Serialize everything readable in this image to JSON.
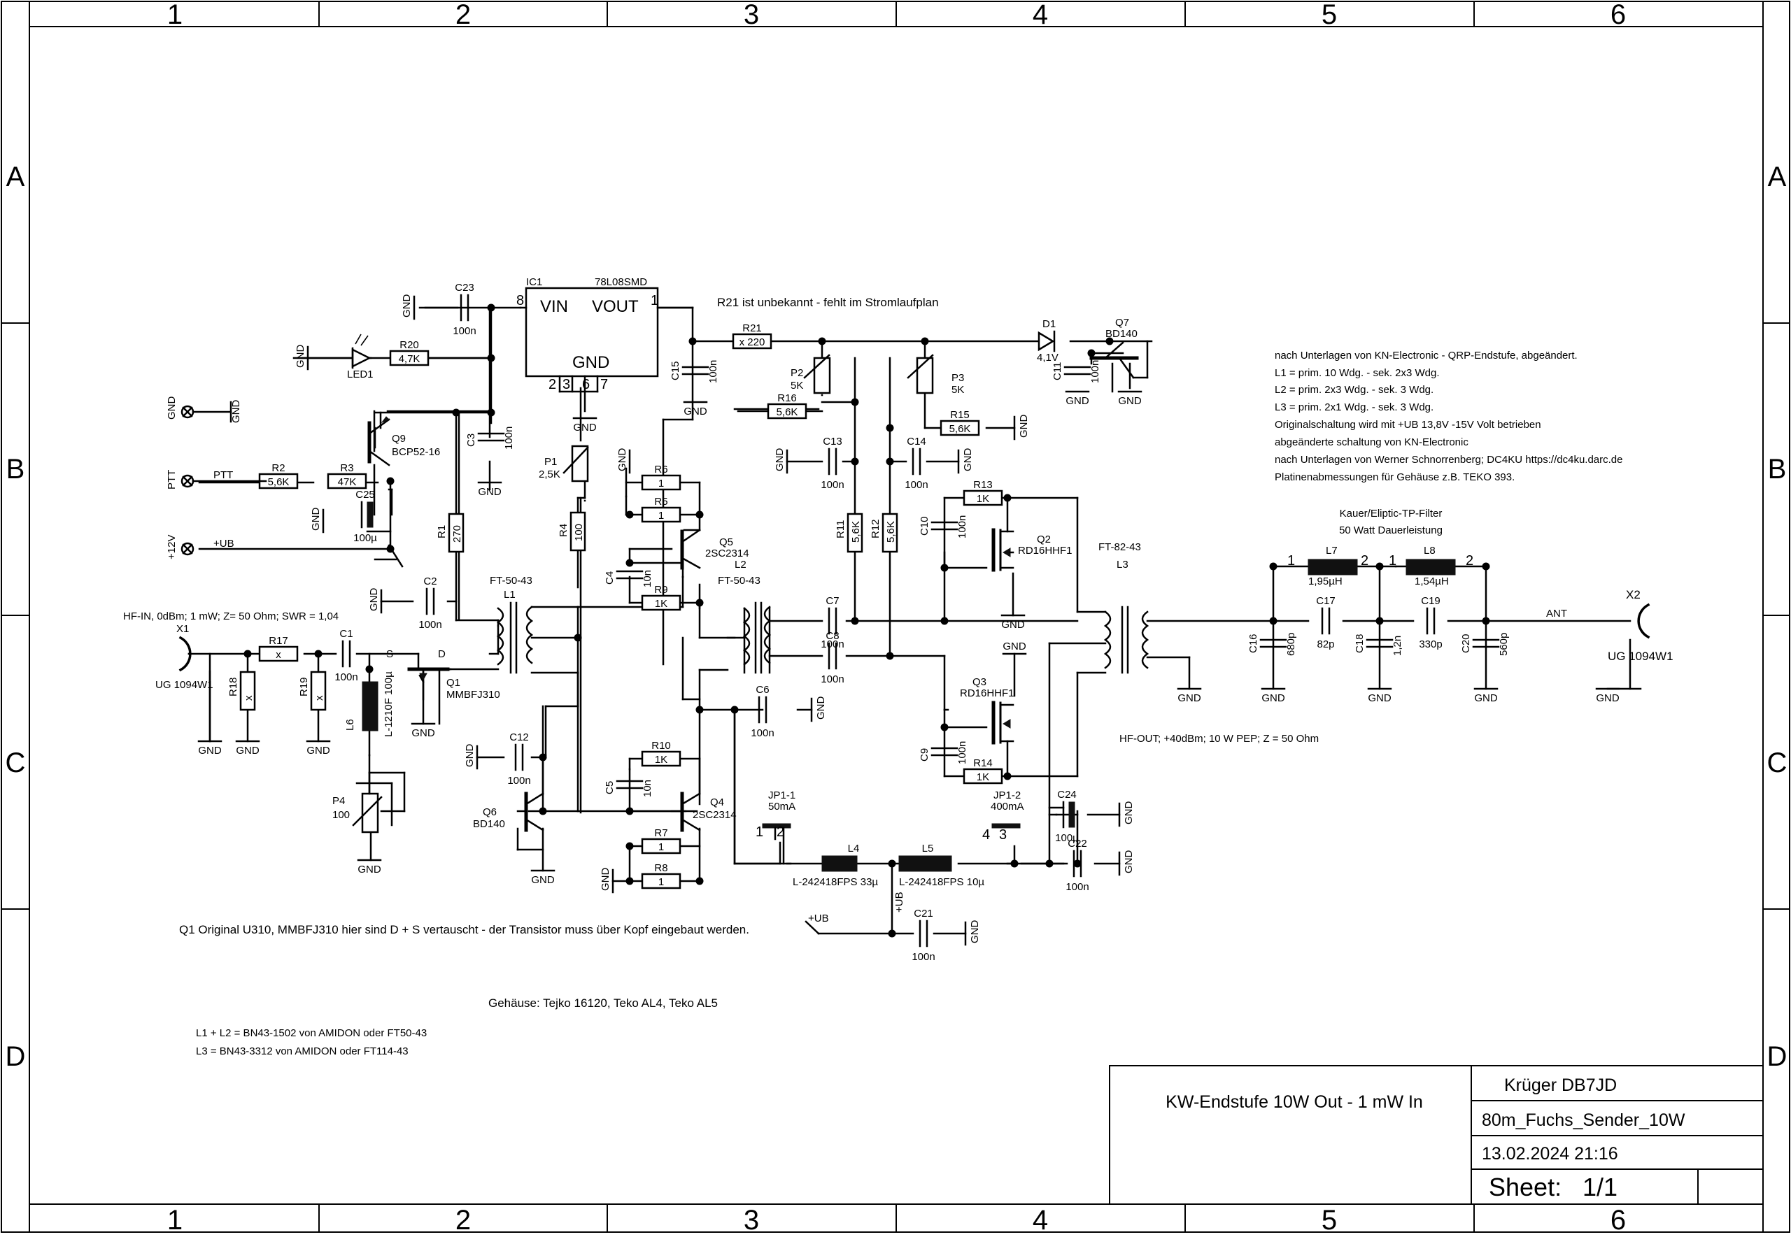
{
  "frame": {
    "columns": [
      "1",
      "2",
      "3",
      "4",
      "5",
      "6"
    ],
    "rows": [
      "A",
      "B",
      "C",
      "D"
    ]
  },
  "title_block": {
    "title": "KW-Endstufe 10W Out - 1 mW In",
    "author": "Krüger DB7JD",
    "name": "80m_Fuchs_Sender_10W",
    "date": "13.02.2024 21:16",
    "sheet_label": "Sheet:",
    "sheet_value": "1/1"
  },
  "notes": {
    "r21": "R21 ist unbekannt - fehlt im Stromlaufplan",
    "info": [
      "nach Unterlagen von KN-Electronic - QRP-Endstufe, abgeändert.",
      "L1 = prim. 10 Wdg. - sek. 2x3 Wdg.",
      "L2 = prim. 2x3 Wdg. - sek. 3 Wdg.",
      "L3 = prim. 2x1 Wdg. - sek. 3 Wdg.",
      "Originalschaltung wird mit +UB 13,8V -15V Volt betrieben",
      "abgeänderte schaltung von KN-Electronic",
      "nach Unterlagen von Werner Schnorrenberg; DC4KU https://dc4ku.darc.de",
      "Platinenabmessungen für Gehäuse z.B. TEKO 393."
    ],
    "filter_title": "Kauer/Eliptic-TP-Filter",
    "filter_power": "50 Watt Dauerleistung",
    "hf_in": "HF-IN, 0dBm; 1 mW; Z= 50 Ohm; SWR = 1,04",
    "hf_out": "HF-OUT; +40dBm; 10 W PEP; Z = 50 Ohm",
    "q1_note": "Q1 Original U310, MMBFJ310 hier sind D + S vertauscht - der Transistor muss über Kopf eingebaut werden.",
    "housing": "Gehäuse: Tejko 16120, Teko AL4, Teko AL5",
    "cores1": "L1 + L2 = BN43-1502 von AMIDON oder FT50-43",
    "cores2": "L3 = BN43-3312 von AMIDON oder FT114-43"
  },
  "ic1": {
    "ref": "IC1",
    "part": "78L08SMD",
    "vin": "VIN",
    "vout": "VOUT",
    "gnd": "GND",
    "pin_in": "8",
    "pin_out": "1",
    "pins_gnd": [
      "2",
      "3",
      "6",
      "7"
    ]
  },
  "nets": {
    "gnd": "GND",
    "ant": "ANT",
    "ub": "+UB",
    "ptt": "PTT",
    "v12": "+12V",
    "s": "S",
    "d": "D"
  },
  "connectors": {
    "x1": {
      "ref": "X1",
      "part": "UG 1094W1"
    },
    "x2": {
      "ref": "X2",
      "part": "UG 1094W1"
    },
    "ptt": "PTT",
    "v12": "+12V",
    "gnd1": "GND",
    "gnd2": "GND"
  },
  "transistors": {
    "q1": {
      "ref": "Q1",
      "part": "MMBFJ310"
    },
    "q2": {
      "ref": "Q2",
      "part": "RD16HHF1"
    },
    "q3": {
      "ref": "Q3",
      "part": "RD16HHF1"
    },
    "q4": {
      "ref": "Q4",
      "part": "2SC2314"
    },
    "q5": {
      "ref": "Q5",
      "part": "2SC2314"
    },
    "q6": {
      "ref": "Q6",
      "part": "BD140"
    },
    "q7": {
      "ref": "Q7",
      "part": "BD140"
    },
    "q9": {
      "ref": "Q9",
      "part": "BCP52-16"
    }
  },
  "resistors": {
    "r1": {
      "ref": "R1",
      "val": "270"
    },
    "r2": {
      "ref": "R2",
      "val": "5,6K"
    },
    "r3": {
      "ref": "R3",
      "val": "47K"
    },
    "r4": {
      "ref": "R4",
      "val": "100"
    },
    "r5": {
      "ref": "R5",
      "val": "1"
    },
    "r6": {
      "ref": "R6",
      "val": "1"
    },
    "r7": {
      "ref": "R7",
      "val": "1"
    },
    "r8": {
      "ref": "R8",
      "val": "1"
    },
    "r9": {
      "ref": "R9",
      "val": "1K"
    },
    "r10": {
      "ref": "R10",
      "val": "1K"
    },
    "r11": {
      "ref": "R11",
      "val": "5,6K"
    },
    "r12": {
      "ref": "R12",
      "val": "5,6K"
    },
    "r13": {
      "ref": "R13",
      "val": "1K"
    },
    "r14": {
      "ref": "R14",
      "val": "1K"
    },
    "r15": {
      "ref": "R15",
      "val": "5,6K"
    },
    "r16": {
      "ref": "R16",
      "val": "5,6K"
    },
    "r17": {
      "ref": "R17",
      "val": "x"
    },
    "r18": {
      "ref": "R18",
      "val": "x"
    },
    "r19": {
      "ref": "R19",
      "val": "x"
    },
    "r20": {
      "ref": "R20",
      "val": "4,7K"
    },
    "r21": {
      "ref": "R21",
      "val": "x 220"
    }
  },
  "pots": {
    "p1": {
      "ref": "P1",
      "val": "2,5K"
    },
    "p2": {
      "ref": "P2",
      "val": "5K"
    },
    "p3": {
      "ref": "P3",
      "val": "5K"
    },
    "p4": {
      "ref": "P4",
      "val": "100"
    }
  },
  "capacitors": {
    "c1": {
      "ref": "C1",
      "val": "100n"
    },
    "c2": {
      "ref": "C2",
      "val": "100n"
    },
    "c3": {
      "ref": "C3",
      "val": "100n"
    },
    "c4": {
      "ref": "C4",
      "val": "10n"
    },
    "c5": {
      "ref": "C5",
      "val": "10n"
    },
    "c6": {
      "ref": "C6",
      "val": "100n"
    },
    "c7": {
      "ref": "C7",
      "val": "100n"
    },
    "c8": {
      "ref": "C8",
      "val": "100n"
    },
    "c9": {
      "ref": "C9",
      "val": "100n"
    },
    "c10": {
      "ref": "C10",
      "val": "100n"
    },
    "c11": {
      "ref": "C11",
      "val": "100n"
    },
    "c12": {
      "ref": "C12",
      "val": "100n"
    },
    "c13": {
      "ref": "C13",
      "val": "100n"
    },
    "c14": {
      "ref": "C14",
      "val": "100n"
    },
    "c15": {
      "ref": "C15",
      "val": "100n"
    },
    "c16": {
      "ref": "C16",
      "val": "680p"
    },
    "c17": {
      "ref": "C17",
      "val": "82p"
    },
    "c18": {
      "ref": "C18",
      "val": "1,2n"
    },
    "c19": {
      "ref": "C19",
      "val": "330p"
    },
    "c20": {
      "ref": "C20",
      "val": "560p"
    },
    "c21": {
      "ref": "C21",
      "val": "100n"
    },
    "c22": {
      "ref": "C22",
      "val": "100n"
    },
    "c23": {
      "ref": "C23",
      "val": "100n"
    },
    "c24": {
      "ref": "C24",
      "val": "100µ"
    },
    "c25": {
      "ref": "C25",
      "val": "100µ"
    }
  },
  "inductors": {
    "l1": {
      "ref": "L1",
      "core": "FT-50-43"
    },
    "l2": {
      "ref": "L2",
      "core": "FT-50-43"
    },
    "l3": {
      "ref": "L3",
      "core": "FT-82-43"
    },
    "l4": {
      "ref": "L4",
      "val": "L-242418FPS 33µ"
    },
    "l5": {
      "ref": "L5",
      "val": "L-242418FPS 10µ"
    },
    "l6": {
      "ref": "L6",
      "val": "L-1210F 100µ"
    },
    "l7": {
      "ref": "L7",
      "val": "1,95µH",
      "p1": "1",
      "p2": "2"
    },
    "l8": {
      "ref": "L8",
      "val": "1,54µH",
      "p1": "1",
      "p2": "2"
    }
  },
  "diodes": {
    "d1": {
      "ref": "D1",
      "val": "4,1V"
    },
    "led1": {
      "ref": "LED1"
    }
  },
  "jumpers": {
    "jp1_1": {
      "ref": "JP1-1",
      "val": "50mA",
      "p1": "1",
      "p2": "2"
    },
    "jp1_2": {
      "ref": "JP1-2",
      "val": "400mA",
      "p1": "4",
      "p2": "3"
    }
  }
}
